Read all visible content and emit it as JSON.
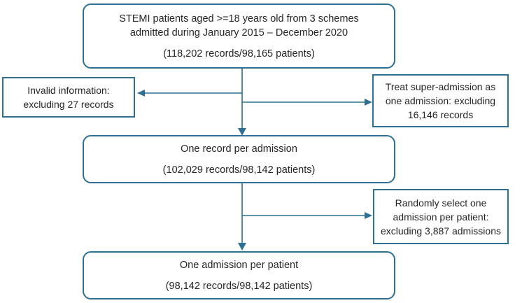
{
  "colors": {
    "box_border": "#2d7093",
    "connector": "#2d7093",
    "text": "#262626",
    "background": "#ffffff"
  },
  "boxes": {
    "source": {
      "lines": [
        "STEMI patients aged >=18 years old from 3 schemes",
        "admitted during January 2015 – December 2020"
      ],
      "stats": "(118,202 records/98,165 patients)"
    },
    "invalid": {
      "lines": [
        "Invalid information:",
        "excluding 27 records"
      ]
    },
    "super_admission": {
      "lines": [
        "Treat super-admission as",
        "one admission: excluding",
        "16,146 records"
      ]
    },
    "one_record": {
      "title": "One record per admission",
      "stats": "(102,029 records/98,142 patients)"
    },
    "random_select": {
      "lines": [
        "Randomly select one",
        "admission per patient:",
        "excluding 3,887 admissions"
      ]
    },
    "one_admission": {
      "title": "One admission per patient",
      "stats": "(98,142 records/98,142 patients)"
    }
  }
}
